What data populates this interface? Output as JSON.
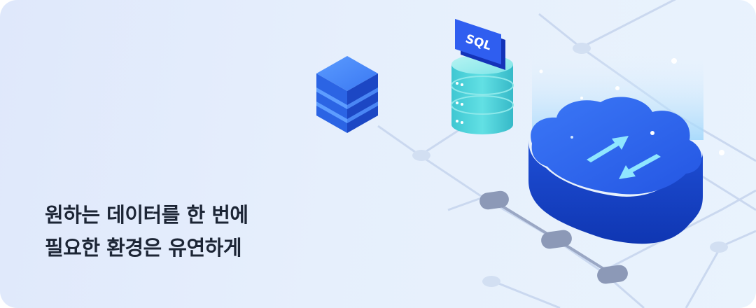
{
  "banner": {
    "headline_line1": "원하는 데이터를 한 번에",
    "headline_line2": "필요한 환경은 유연하게",
    "database_badge": "SQL"
  },
  "icons": [
    "data-stack-icon",
    "sql-database-icon",
    "cloud-transfer-icon"
  ],
  "colors": {
    "background_start": "#dfe8fb",
    "background_end": "#e9f3fd",
    "accent_blue": "#2f6ff0",
    "cloud_blue": "#2458e6",
    "database_teal": "#4fd6dc",
    "text": "#1c2535"
  }
}
